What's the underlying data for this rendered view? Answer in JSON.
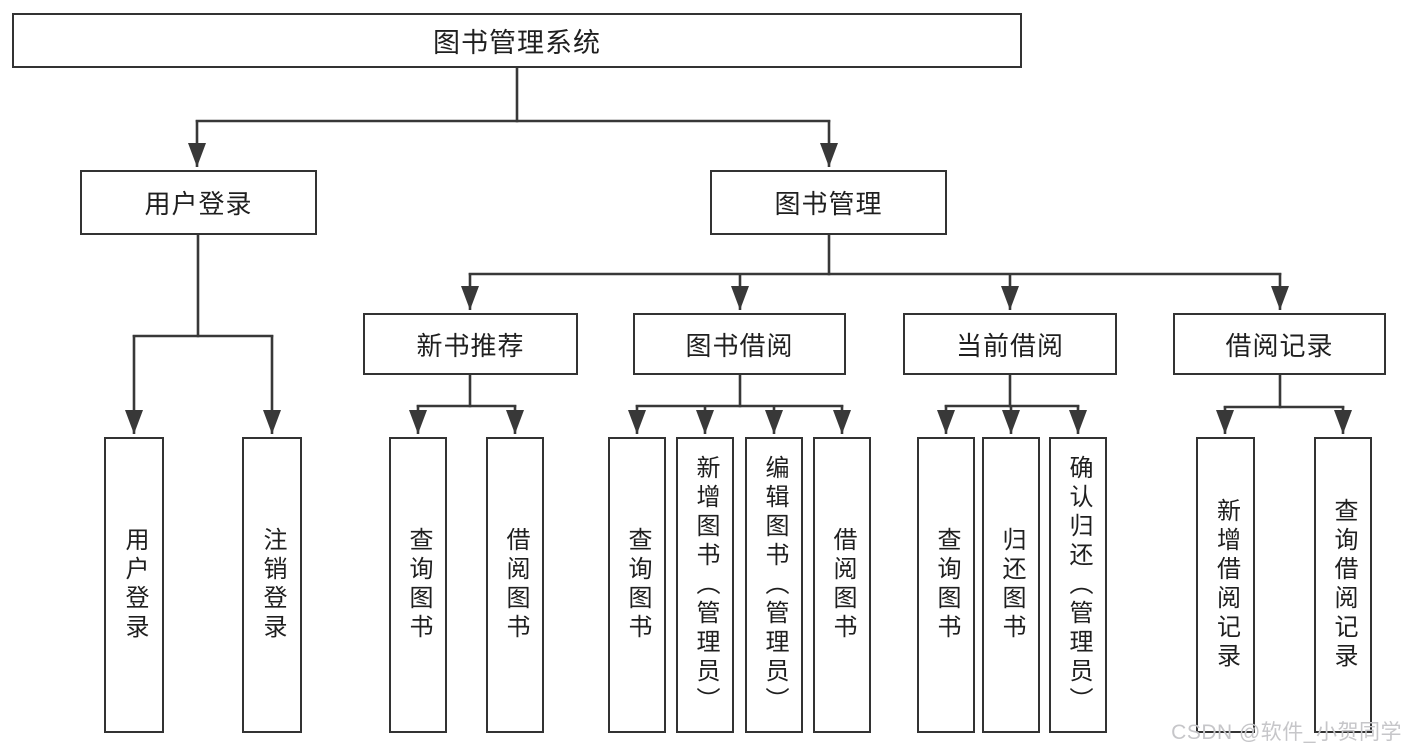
{
  "diagram": {
    "title": "图书管理系统",
    "branches": [
      {
        "label": "用户登录",
        "children": [
          {
            "label": "用户登录"
          },
          {
            "label": "注销登录"
          }
        ]
      },
      {
        "label": "图书管理",
        "children": [
          {
            "label": "新书推荐",
            "children": [
              {
                "label": "查询图书"
              },
              {
                "label": "借阅图书"
              }
            ]
          },
          {
            "label": "图书借阅",
            "children": [
              {
                "label": "查询图书"
              },
              {
                "label": "新增图书（管理员）"
              },
              {
                "label": "编辑图书（管理员）"
              },
              {
                "label": "借阅图书"
              }
            ]
          },
          {
            "label": "当前借阅",
            "children": [
              {
                "label": "查询图书"
              },
              {
                "label": "归还图书"
              },
              {
                "label": "确认归还（管理员）"
              }
            ]
          },
          {
            "label": "借阅记录",
            "children": [
              {
                "label": "新增借阅记录"
              },
              {
                "label": "查询借阅记录"
              }
            ]
          }
        ]
      }
    ]
  },
  "watermark": {
    "text": "CSDN @软件_小贺同学"
  },
  "colors": {
    "line": "#383838",
    "box_border": "#333333",
    "text": "#1f1f1f",
    "watermark": "#c6c6c9",
    "background": "#ffffff"
  }
}
